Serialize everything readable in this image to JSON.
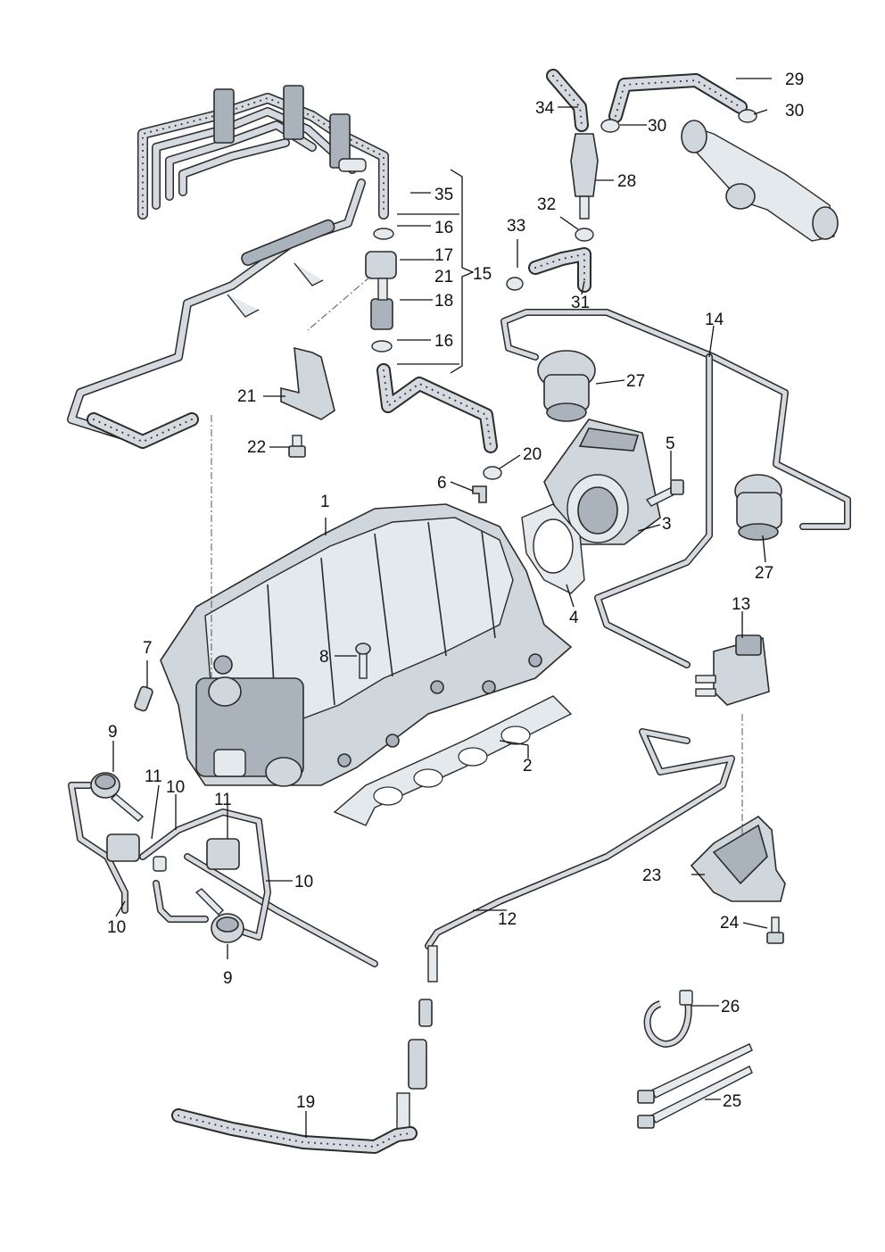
{
  "callouts": {
    "c1": "1",
    "c2": "2",
    "c3": "3",
    "c4": "4",
    "c5": "5",
    "c6": "6",
    "c7": "7",
    "c8": "8",
    "c9a": "9",
    "c9b": "9",
    "c10a": "10",
    "c10b": "10",
    "c10c": "10",
    "c11a": "11",
    "c11b": "11",
    "c12": "12",
    "c13": "13",
    "c14": "14",
    "c15": "15",
    "c16a": "16",
    "c16b": "16",
    "c17": "17",
    "c18": "18",
    "c19": "19",
    "c20": "20",
    "c21a": "21",
    "c21b": "21",
    "c22": "22",
    "c23": "23",
    "c24": "24",
    "c25": "25",
    "c26": "26",
    "c27a": "27",
    "c27b": "27",
    "c28": "28",
    "c29": "29",
    "c30a": "30",
    "c30b": "30",
    "c31": "31",
    "c32": "32",
    "c33": "33",
    "c34": "34",
    "c35": "35"
  }
}
